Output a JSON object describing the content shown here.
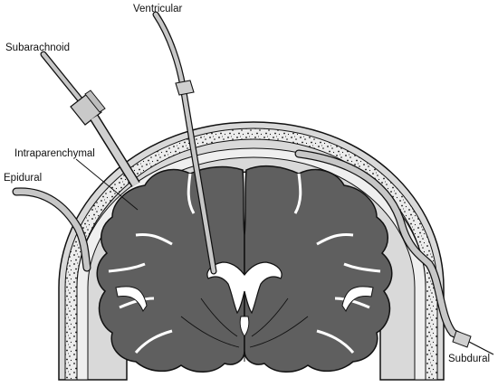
{
  "labels": {
    "ventricular": "Ventricular",
    "subarachnoid": "Subarachnoid",
    "intraparenchymal": "Intraparenchymal",
    "epidural": "Epidural",
    "subdural": "Subdural"
  },
  "colors": {
    "brain": "#5f5f5f",
    "skull": "#dadada",
    "dura": "#e8e8e8",
    "catheter": "#bdbdbd",
    "outline": "#111111",
    "background": "#ffffff"
  }
}
